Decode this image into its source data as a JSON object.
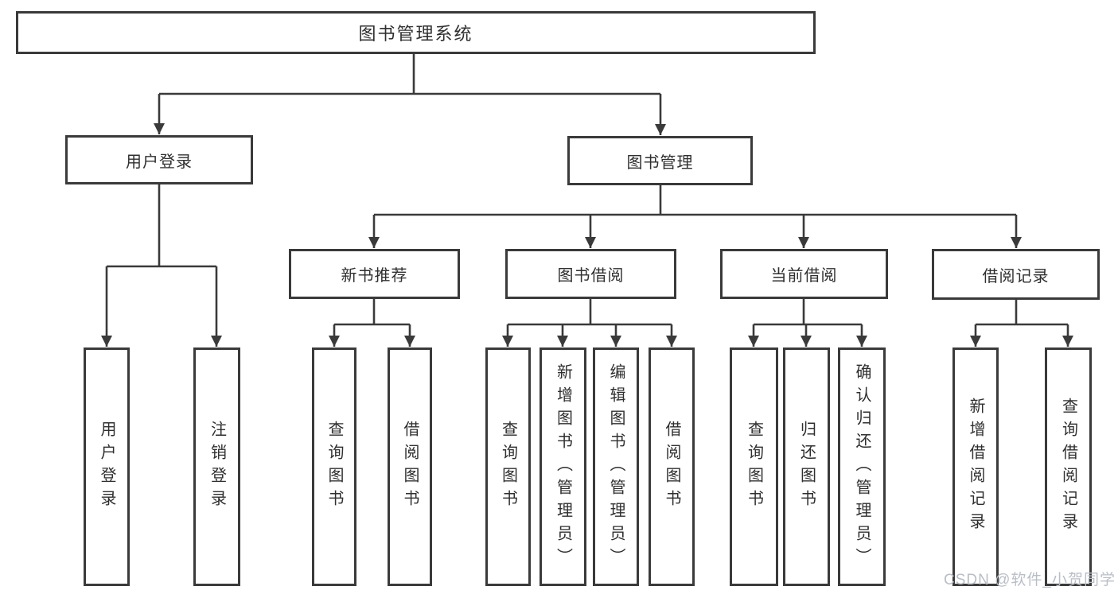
{
  "diagram_title": "图书管理系统",
  "colors": {
    "line": "#3a3a3a",
    "box_border": "#3a3a3a",
    "text": "#2f2f2f",
    "background": "#ffffff",
    "watermark": "#b9bec6"
  },
  "tree": {
    "root": {
      "label": "图书管理系统",
      "children": [
        {
          "label": "用户登录",
          "children": [
            {
              "label": "用户登录"
            },
            {
              "label": "注销登录"
            }
          ]
        },
        {
          "label": "图书管理",
          "children": [
            {
              "label": "新书推荐",
              "children": [
                {
                  "label": "查询图书"
                },
                {
                  "label": "借阅图书"
                }
              ]
            },
            {
              "label": "图书借阅",
              "children": [
                {
                  "label": "查询图书"
                },
                {
                  "label": "新增图书（管理员）"
                },
                {
                  "label": "编辑图书（管理员）"
                },
                {
                  "label": "借阅图书"
                }
              ]
            },
            {
              "label": "当前借阅",
              "children": [
                {
                  "label": "查询图书"
                },
                {
                  "label": "归还图书"
                },
                {
                  "label": "确认归还（管理员）"
                }
              ]
            },
            {
              "label": "借阅记录",
              "children": [
                {
                  "label": "新增借阅记录"
                },
                {
                  "label": "查询借阅记录"
                }
              ]
            }
          ]
        }
      ]
    }
  },
  "watermark": {
    "text": "CSDN @软件_小贺同学"
  }
}
